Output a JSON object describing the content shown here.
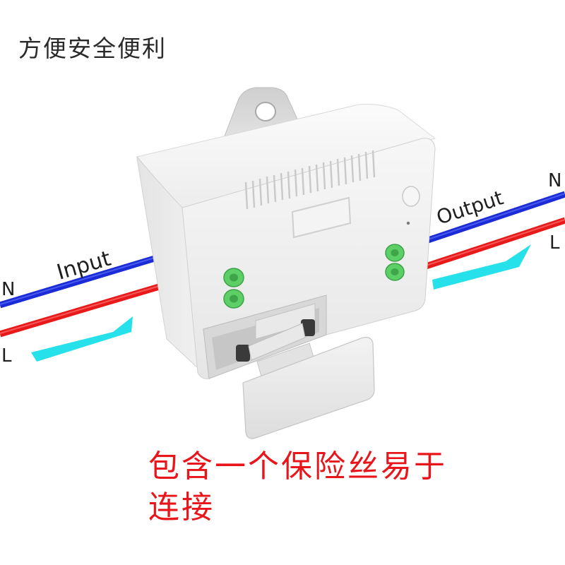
{
  "captions": {
    "top": "方便安全便利",
    "bottom_line1": "包含一个保险丝易于",
    "bottom_line2": "连接"
  },
  "labels": {
    "input": "Input",
    "output": "Output",
    "left_n": "N",
    "left_l": "L",
    "right_n": "N",
    "right_l": "L"
  },
  "colors": {
    "wire_neutral": "#1b2bd6",
    "wire_live": "#e81919",
    "flow_arrow": "#26e1ea",
    "caption_red": "#e8161b",
    "connector_green": "#5ccf66",
    "housing": "#efefef"
  }
}
